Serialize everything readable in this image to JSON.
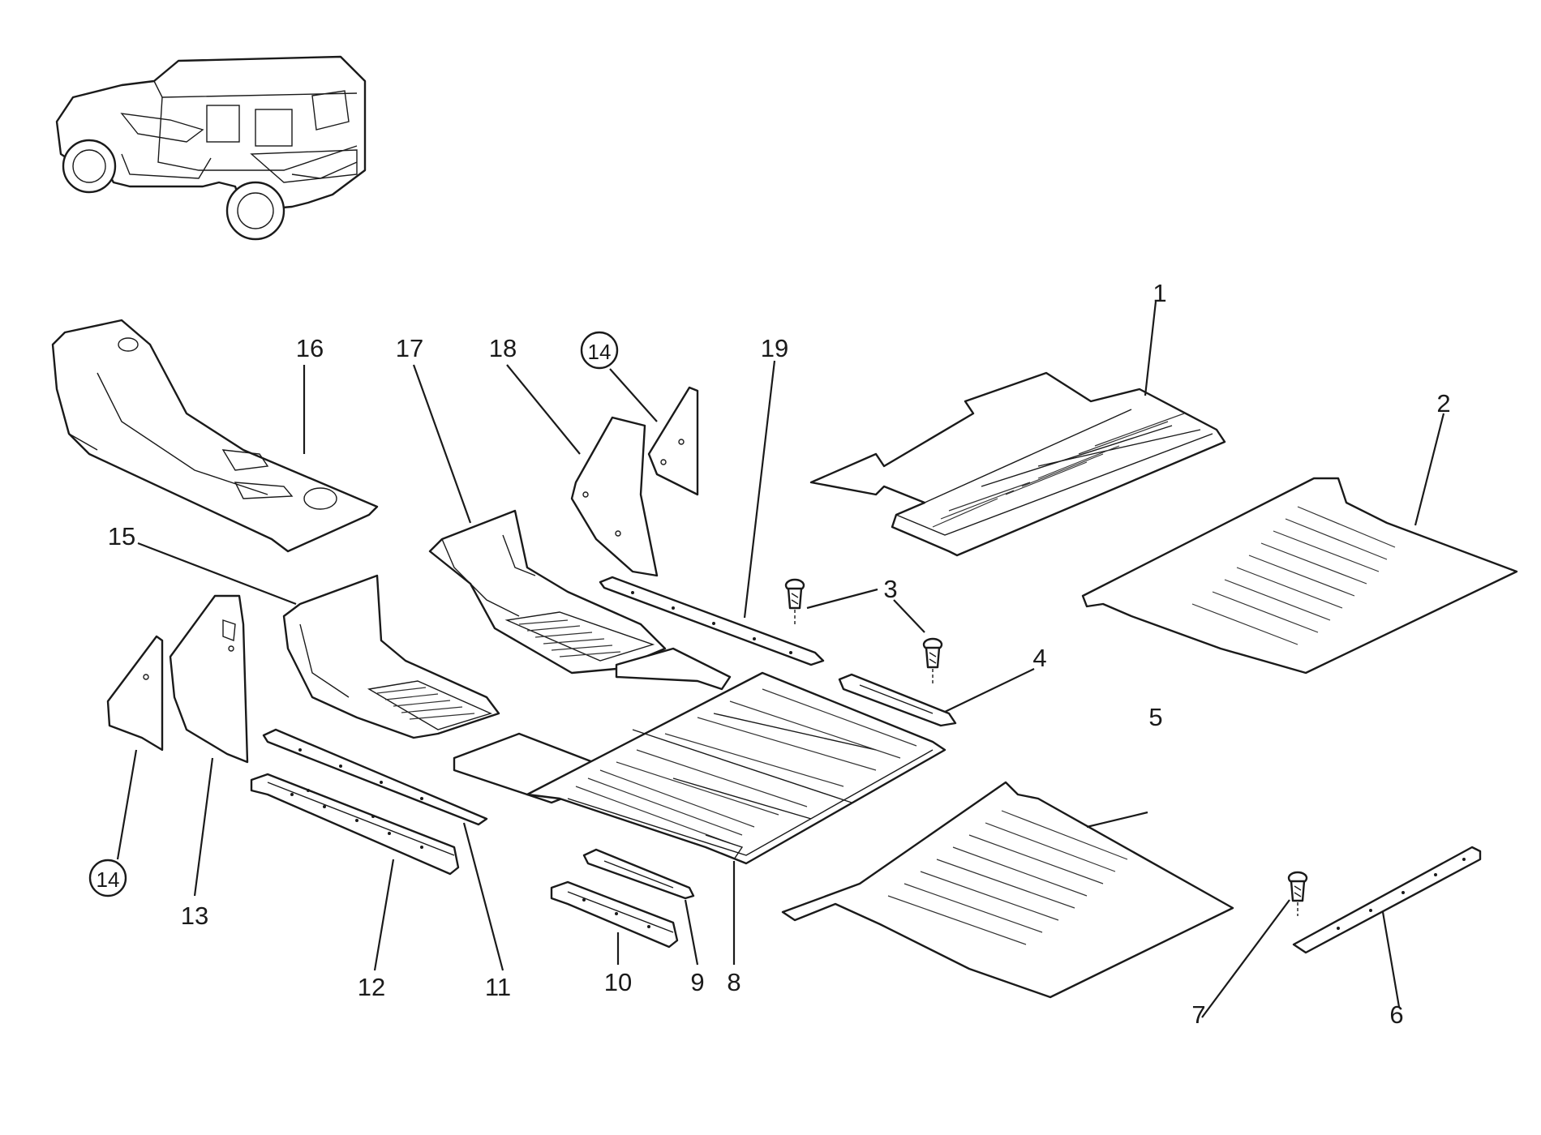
{
  "diagram": {
    "callouts": [
      {
        "id": "c1",
        "text": "1"
      },
      {
        "id": "c2",
        "text": "2"
      },
      {
        "id": "c3",
        "text": "3"
      },
      {
        "id": "c4",
        "text": "4"
      },
      {
        "id": "c5",
        "text": "5"
      },
      {
        "id": "c6",
        "text": "6"
      },
      {
        "id": "c7",
        "text": "7"
      },
      {
        "id": "c8",
        "text": "8"
      },
      {
        "id": "c9",
        "text": "9"
      },
      {
        "id": "c10",
        "text": "10"
      },
      {
        "id": "c11",
        "text": "11"
      },
      {
        "id": "c12",
        "text": "12"
      },
      {
        "id": "c13",
        "text": "13"
      },
      {
        "id": "c14a",
        "text": "14"
      },
      {
        "id": "c14b",
        "text": "14"
      },
      {
        "id": "c15",
        "text": "15"
      },
      {
        "id": "c16",
        "text": "16"
      },
      {
        "id": "c17",
        "text": "17"
      },
      {
        "id": "c18",
        "text": "18"
      },
      {
        "id": "c19",
        "text": "19"
      }
    ],
    "icons": {
      "vehicle": "vehicle-thumbnail-icon",
      "screw": "screw-icon"
    },
    "colors": {
      "ink": "#1a1a1a",
      "paper": "#ffffff"
    }
  }
}
